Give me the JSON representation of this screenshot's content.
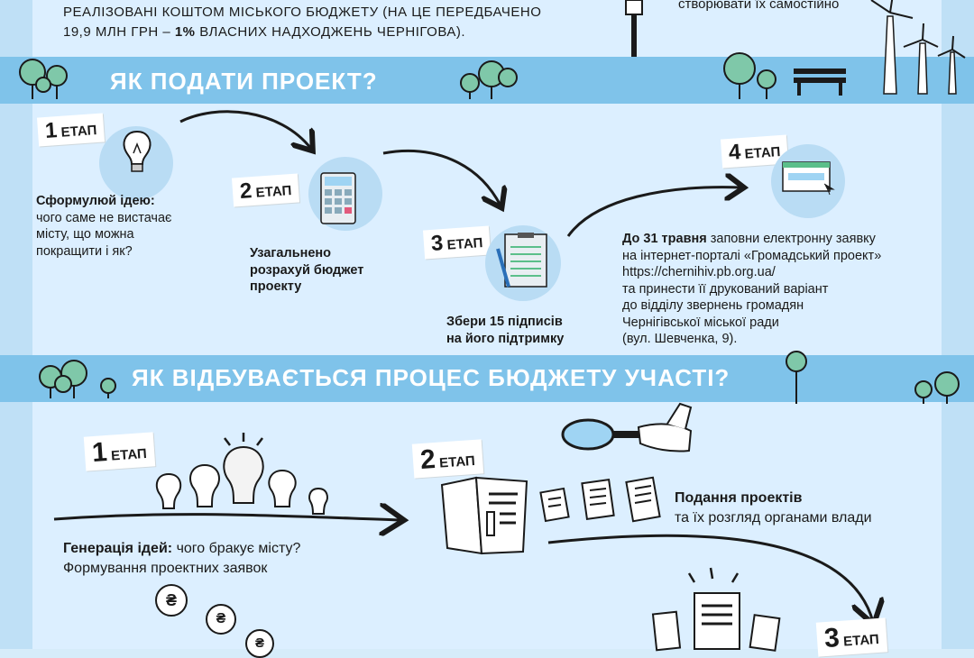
{
  "intro": {
    "line1": "РЕАЛІЗОВАНІ КОШТОМ МІСЬКОГО БЮДЖЕТУ (НА ЦЕ ПЕРЕДБАЧЕНО",
    "line2_a": "19,9 МЛН ГРН – ",
    "line2_b": "1%",
    "line2_c": " ВЛАСНИХ НАДХОДЖЕНЬ ЧЕРНІГОВА).",
    "right_text": "створювати їх самостійно"
  },
  "section1": {
    "title": "ЯК ПОДАТИ ПРОЕКТ?",
    "stage_word": "ЕТАП",
    "stages": [
      {
        "num": "1",
        "title": "Сформулюй ідею:",
        "lines": [
          "чого саме не вистачає",
          "місту, що можна",
          "покращити і як?"
        ]
      },
      {
        "num": "2",
        "lines": [
          "Узагальнено",
          "розрахуй бюджет",
          "проекту"
        ]
      },
      {
        "num": "3",
        "lines": [
          "Збери 15 підписів",
          "на його підтримку"
        ]
      },
      {
        "num": "4",
        "bold": "До 31 травня",
        "first_rest": " заповни електронну заявку",
        "lines": [
          "на інтернет-порталі «Громадський проект»",
          "https://chernihiv.pb.org.ua/",
          "та принести її друкований варіант",
          "до відділу звернень громадян",
          "Чернігівської міської ради",
          "(вул. Шевченка, 9)."
        ]
      }
    ]
  },
  "section2": {
    "title": "ЯК ВІДБУВАЄТЬСЯ ПРОЦЕС БЮДЖЕТУ УЧАСТІ?",
    "stage_word": "ЕТАП",
    "stages": [
      {
        "num": "1",
        "bold": "Генерація ідей:",
        "rest": " чого бракує місту?",
        "line2": "Формування проектних заявок"
      },
      {
        "num": "2",
        "line1": "Подання проектів",
        "line2": "та їх розгляд органами влади"
      },
      {
        "num": "3"
      }
    ],
    "coin_symbol": "₴"
  },
  "colors": {
    "band": "#7fc3ea",
    "background": "#dcefff",
    "circle": "#b9dcf4",
    "tree": "#7fc8a9"
  }
}
